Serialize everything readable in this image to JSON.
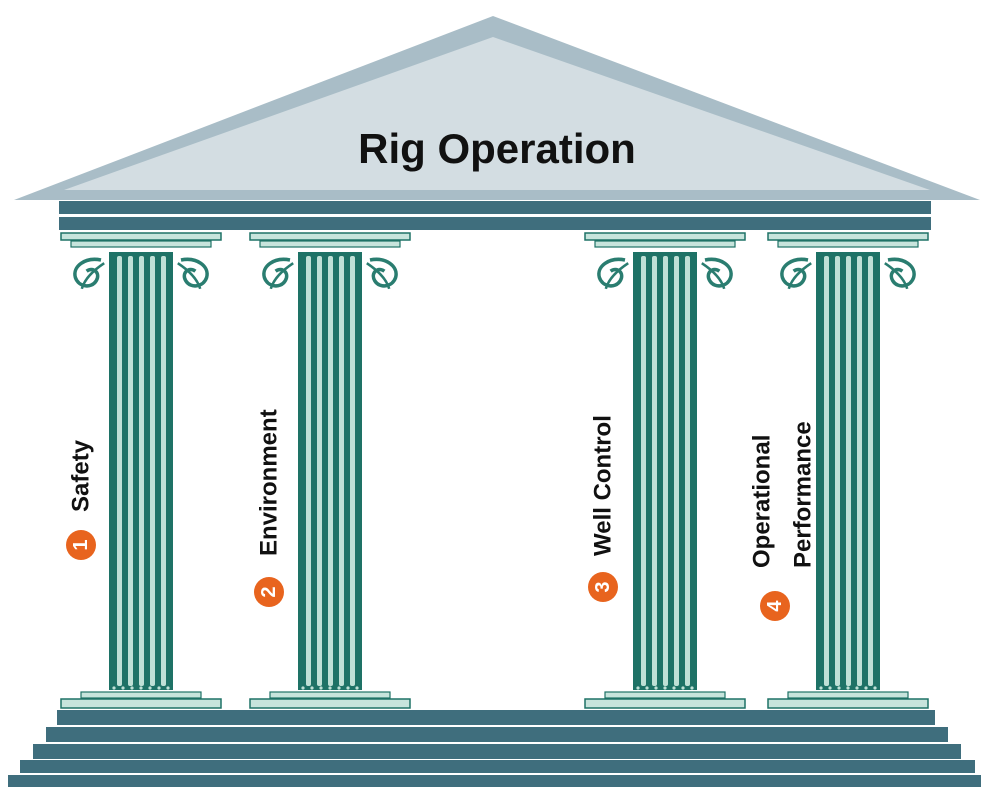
{
  "title": "Rig Operation",
  "colors": {
    "roof_light": "#d3dde2",
    "roof_edge": "#a9bdc7",
    "beam": "#3f6e7d",
    "column": "#1e7266",
    "column_light": "#bfe0d6",
    "capital_fill": "#c7e4dc",
    "step": "#3f6e7d",
    "badge": "#e8641e",
    "text": "#111111"
  },
  "pillars": [
    {
      "number": "1",
      "lines": [
        "Safety"
      ]
    },
    {
      "number": "2",
      "lines": [
        "Environment"
      ]
    },
    {
      "number": "3",
      "lines": [
        "Well Control"
      ]
    },
    {
      "number": "4",
      "lines": [
        "Operational",
        "Performance"
      ]
    }
  ]
}
